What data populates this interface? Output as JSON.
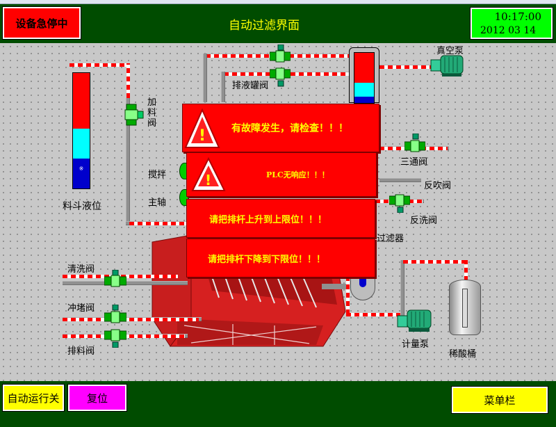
{
  "header": {
    "estop_label": "设备急停中",
    "title": "自动过滤界面",
    "time": "10:17:00",
    "date": "2012  03 14"
  },
  "labels": {
    "vacuum_pump": "真空泵",
    "drain_tank_valve": "排液罐阀",
    "feed_valve": "加料阀",
    "agitator": "搅拌",
    "main_shaft": "主轴",
    "hopper_level": "料斗液位",
    "three_way_valve": "三通阀",
    "backblow_valve": "反吹阀",
    "backwash_valve": "反洗阀",
    "filter": "过滤器",
    "wash_valve": "清洗阀",
    "flush_valve": "冲堵阀",
    "discharge_valve": "排料阀",
    "metering_pump": "计量泵",
    "dilute_acid_tank": "稀酸桶"
  },
  "hopper_level": {
    "red_fraction": 0.48,
    "cyan_fraction": 0.26,
    "blue_fraction": 0.26,
    "marker": "※"
  },
  "receiver_level": {
    "red_fraction": 0.6,
    "cyan_fraction": 0.28,
    "blue_fraction": 0.12
  },
  "alarms": [
    {
      "text": "有故障发生，请检查！！！"
    },
    {
      "text": "PLC无响应！！！"
    },
    {
      "text": "请把排杆上升到上限位！！！"
    },
    {
      "text": "请把排杆下降到下限位！！！"
    }
  ],
  "footer": {
    "auto_run_label": "自动运行关",
    "reset_label": "复位",
    "menu_label": "菜单栏"
  },
  "colors": {
    "header_bg": "#004c00",
    "estop": "#ff0000",
    "clock": "#00ff00",
    "alarm": "#ff0000",
    "alarm_text": "#ffff00",
    "auto_run": "#ffff00",
    "reset": "#ff00ff",
    "menu": "#ffff00"
  }
}
